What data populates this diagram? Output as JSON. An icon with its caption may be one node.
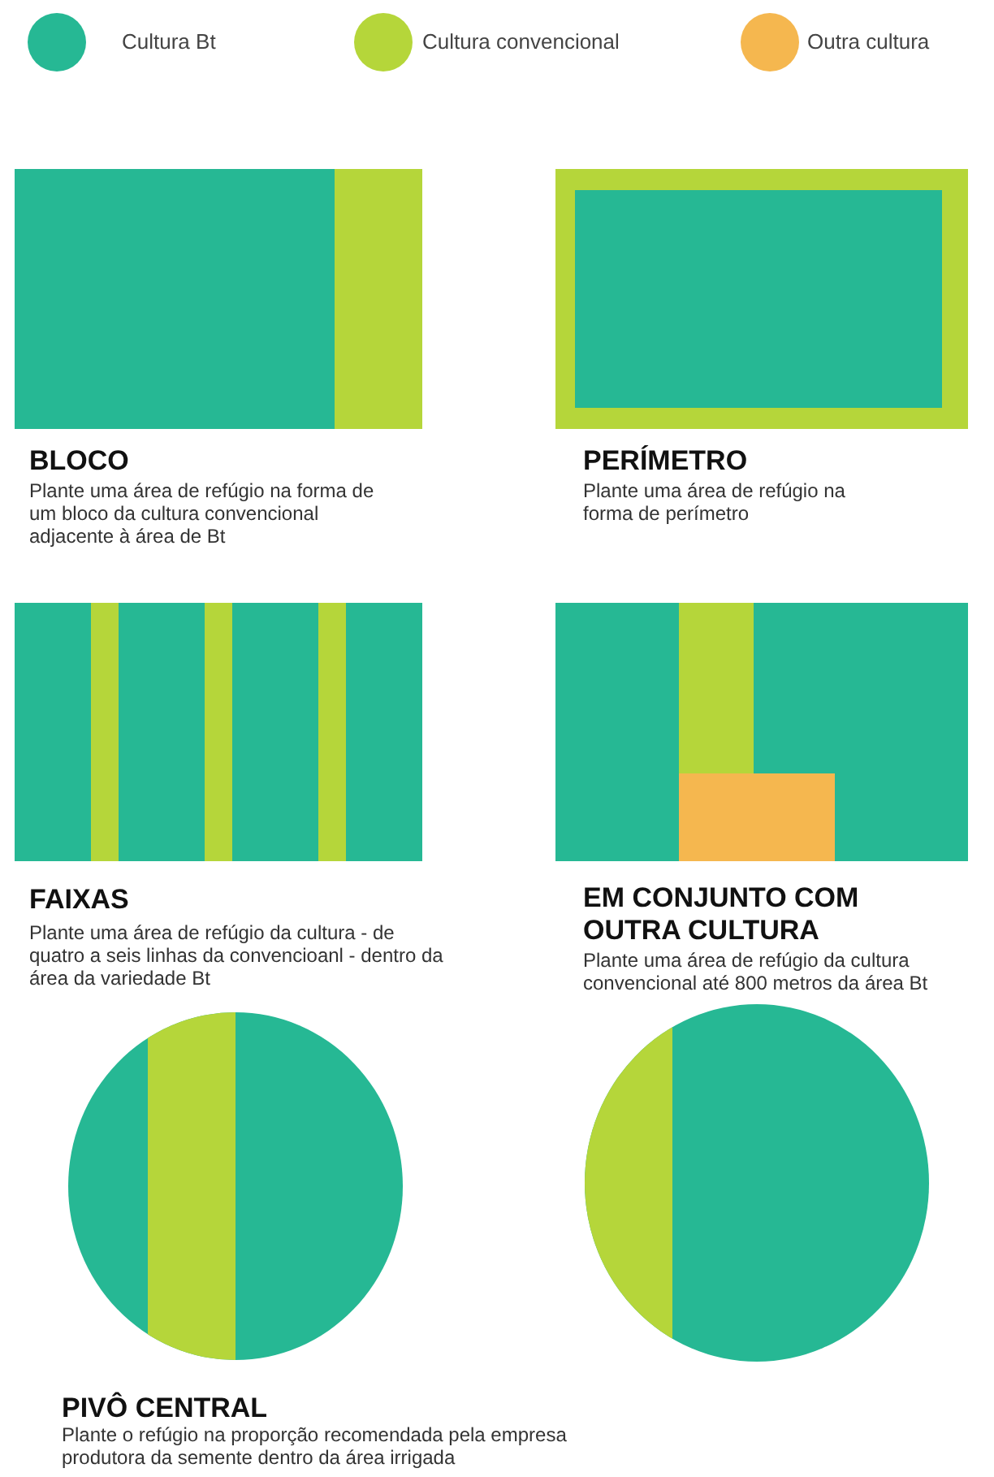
{
  "diagram": {
    "labels": [
      "BLOCO",
      "Plante uma área de refúgio na forma de um bloco da cultura convencional adjacente à área de Bt",
      "PERÍMETRO",
      "Plante uma área de refúgio na forma de perímetro",
      "FAIXAS",
      "Plante uma área de refúgio da cultura - de quatro a seis linhas da convencioanl - dentro da área da variedade Bt",
      "EM CONJUNTO COM OUTRA CULTURA",
      "Plante uma área de refúgio da cultura convencional até 800 metros da área Bt",
      "PIVÔ CENTRAL",
      "Plante o refúgio na proporção recomendada pela empresa produtora da semente dentro da área irrigada"
    ],
    "legend": [
      {
        "text": "Cultura Bt",
        "color": "#26b894"
      },
      {
        "text": "Cultura convencional",
        "color": "#b5d63a"
      },
      {
        "text": "Outra cultura",
        "color": "#f5b74f"
      }
    ]
  }
}
